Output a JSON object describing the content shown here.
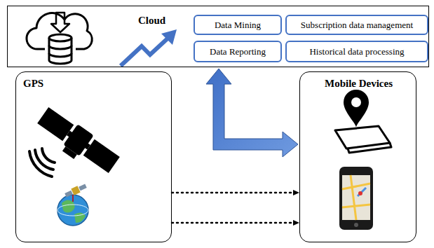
{
  "diagram": {
    "nodes": [
      {
        "text": [
          "Cloud"
        ]
      },
      {
        "text": [
          "Data Mining"
        ],
        "in": 0
      },
      {
        "text": [
          "Subscription data management"
        ],
        "in": 0
      },
      {
        "text": [
          "Data Reporting"
        ],
        "in": 0
      },
      {
        "text": [
          "Historical data processing"
        ],
        "in": 0
      },
      {
        "text": [
          "GPS"
        ]
      },
      {
        "text": [
          "Mobile Devices"
        ]
      }
    ],
    "edges": [
      {
        "from": 0,
        "to": 6,
        "arrow": "both"
      },
      {
        "from": 5,
        "to": 6,
        "arrow": "to"
      },
      {
        "from": 5,
        "to": 6,
        "arrow": "to"
      }
    ]
  }
}
